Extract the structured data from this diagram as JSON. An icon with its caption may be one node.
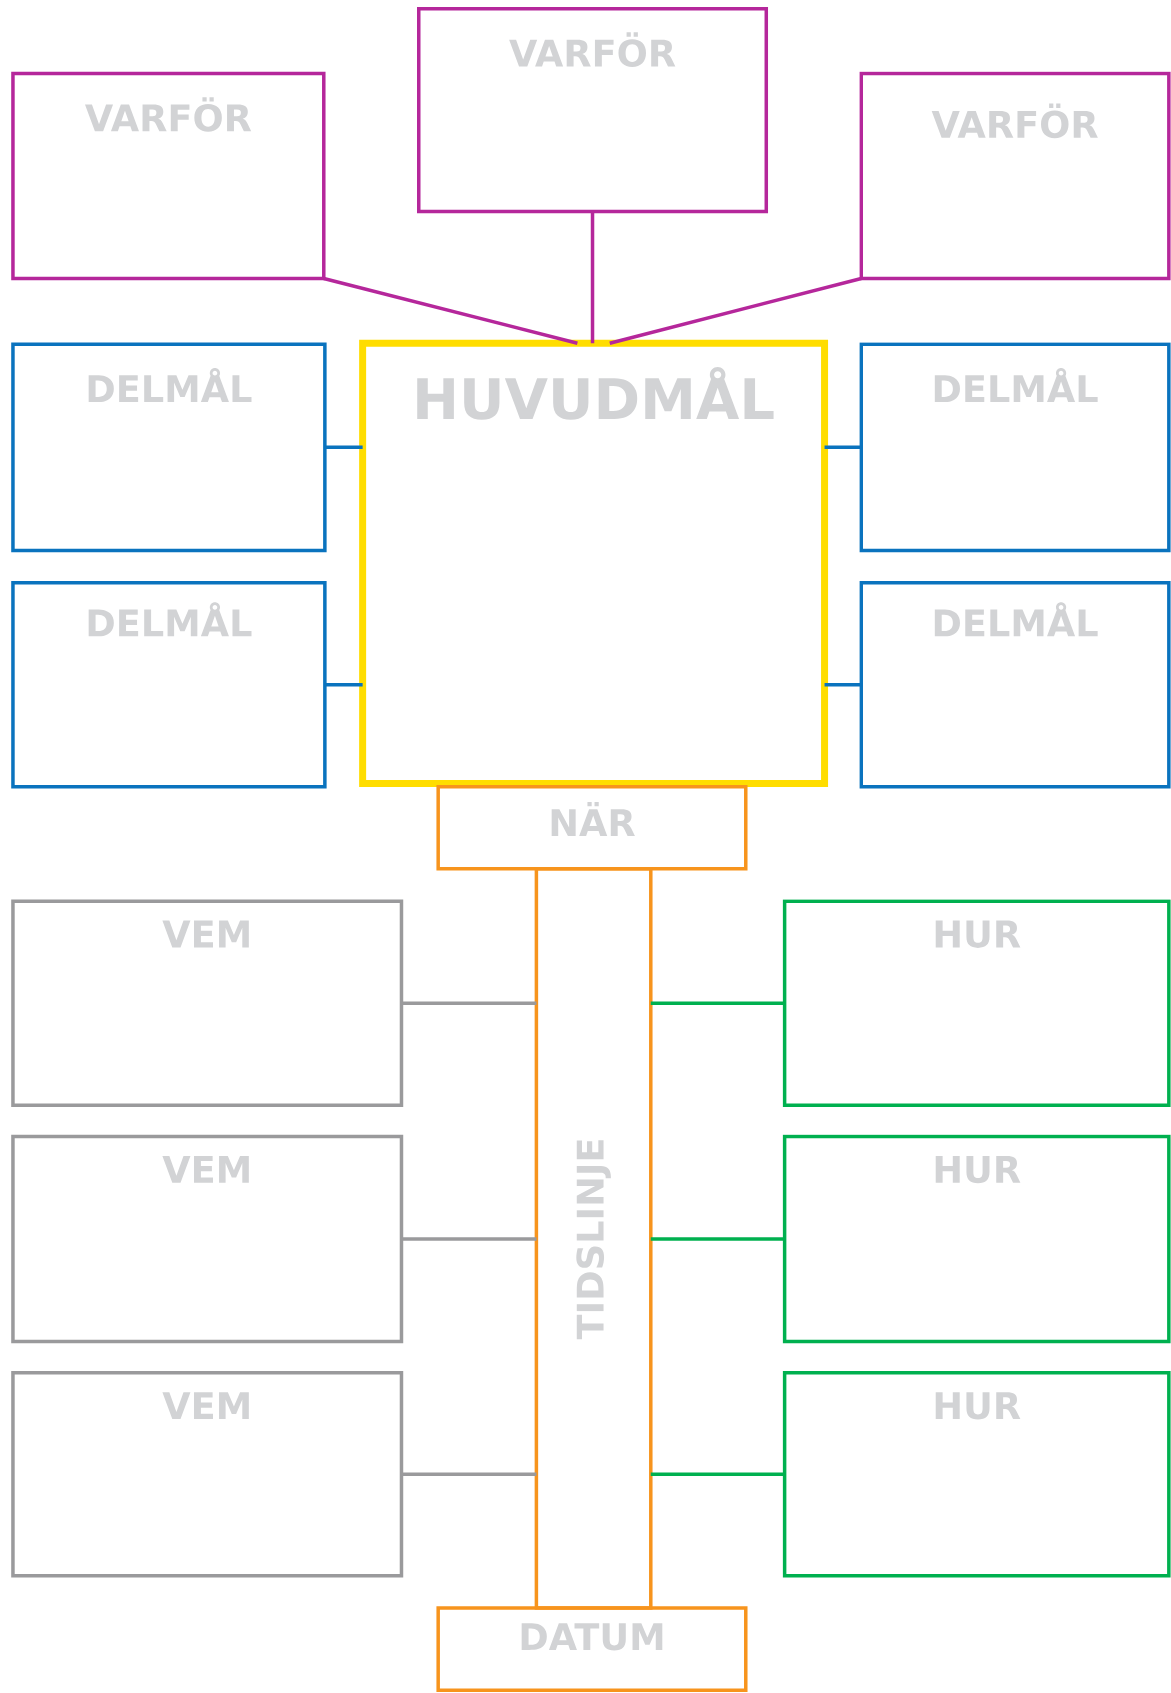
{
  "diagram": {
    "nodes": [
      {
        "text": [
          "VARFÖR"
        ]
      },
      {
        "text": [
          "VARFÖR"
        ]
      },
      {
        "text": [
          "VARFÖR"
        ]
      },
      {
        "text": [
          "HUVUDMÅL"
        ]
      },
      {
        "text": [
          "DELMÅL"
        ]
      },
      {
        "text": [
          "DELMÅL"
        ]
      },
      {
        "text": [
          "DELMÅL"
        ]
      },
      {
        "text": [
          "DELMÅL"
        ]
      },
      {
        "text": [
          "NÄR"
        ]
      },
      {
        "text": [
          "TIDSLINJE"
        ]
      },
      {
        "text": [
          "VEM"
        ]
      },
      {
        "text": [
          "HUR"
        ]
      },
      {
        "text": [
          "VEM"
        ]
      },
      {
        "text": [
          "HUR"
        ]
      },
      {
        "text": [
          "VEM"
        ]
      },
      {
        "text": [
          "HUR"
        ]
      },
      {
        "text": [
          "DATUM"
        ]
      }
    ],
    "edges": [
      {
        "from": 0,
        "to": 3,
        "arrow": "none",
        "color": "#b5279b"
      },
      {
        "from": 1,
        "to": 3,
        "arrow": "none",
        "color": "#b5279b"
      },
      {
        "from": 2,
        "to": 3,
        "arrow": "none",
        "color": "#b5279b"
      },
      {
        "from": 4,
        "to": 3,
        "arrow": "none",
        "color": "#0a73be"
      },
      {
        "from": 3,
        "to": 5,
        "arrow": "none",
        "color": "#0a73be"
      },
      {
        "from": 6,
        "to": 3,
        "arrow": "none",
        "color": "#0a73be"
      },
      {
        "from": 3,
        "to": 7,
        "arrow": "none",
        "color": "#0a73be"
      },
      {
        "from": 10,
        "to": 9,
        "arrow": "none",
        "color": "#9a9a9c"
      },
      {
        "from": 9,
        "to": 11,
        "arrow": "none",
        "color": "#00b04f"
      },
      {
        "from": 12,
        "to": 9,
        "arrow": "none",
        "color": "#9a9a9c"
      },
      {
        "from": 9,
        "to": 13,
        "arrow": "none",
        "color": "#00b04f"
      },
      {
        "from": 14,
        "to": 9,
        "arrow": "none",
        "color": "#9a9a9c"
      },
      {
        "from": 9,
        "to": 15,
        "arrow": "none",
        "color": "#00b04f"
      }
    ]
  }
}
